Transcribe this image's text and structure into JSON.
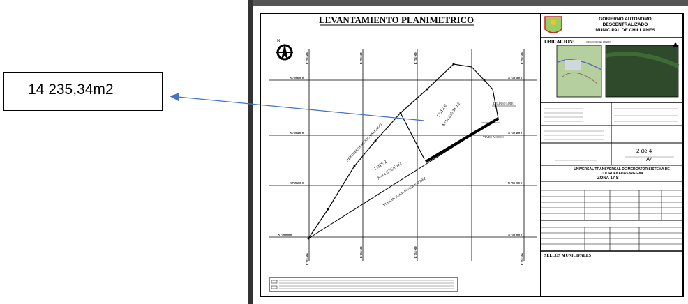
{
  "callout": {
    "area_label": "14 235,34m2"
  },
  "plan": {
    "title": "LEVANTAMIENTO PLANIMETRICO",
    "north": "N",
    "lot_b": "LOTE B",
    "lot_b_area": "A=14.235,34 m2",
    "lot_2": "LOTE 2",
    "lot_2_area": "A=14.825,36 m2",
    "road_label": "VIA SAN JUAN-JAVIER VALDEZ",
    "border_label": "HEREDEROS MARIO SALGADO",
    "delineo_label": "DELINEO LOTE",
    "access_label": "VIA DE ACCESO",
    "grid_e_top": [
      "E 753 000",
      "E 753 500",
      "E 754 000",
      "E 754 500"
    ],
    "grid_n_right": [
      "N 759 600 0",
      "N 759 400 0",
      "N 759 200 0",
      "N 759 000 0"
    ],
    "grid_n_left": [
      "N 759 600 0",
      "N 759 400 0",
      "N 759 200 0",
      "N 759 000 0"
    ]
  },
  "sidebar": {
    "gad_line1": "GOBIERNO AUTONOMO",
    "gad_line2": "DESCENTRALIZADO",
    "gad_line3": "MUNICIPAL DE CHILLANES",
    "ubicacion": "UBICACION:",
    "ubicacion_sub": "UBICACION DEL PREDIO",
    "projection": "UNIVERSAL TRANSVERSAL DE MERCATOR SISTEMA DE COORDENADAS WGS-84",
    "zone": "ZONA 17 S",
    "sheet_no": "2 de 4",
    "sheet_code": "A4",
    "sellos": "SELLOS MUNICIPALES"
  },
  "colors": {
    "arrow": "#4472c4"
  }
}
